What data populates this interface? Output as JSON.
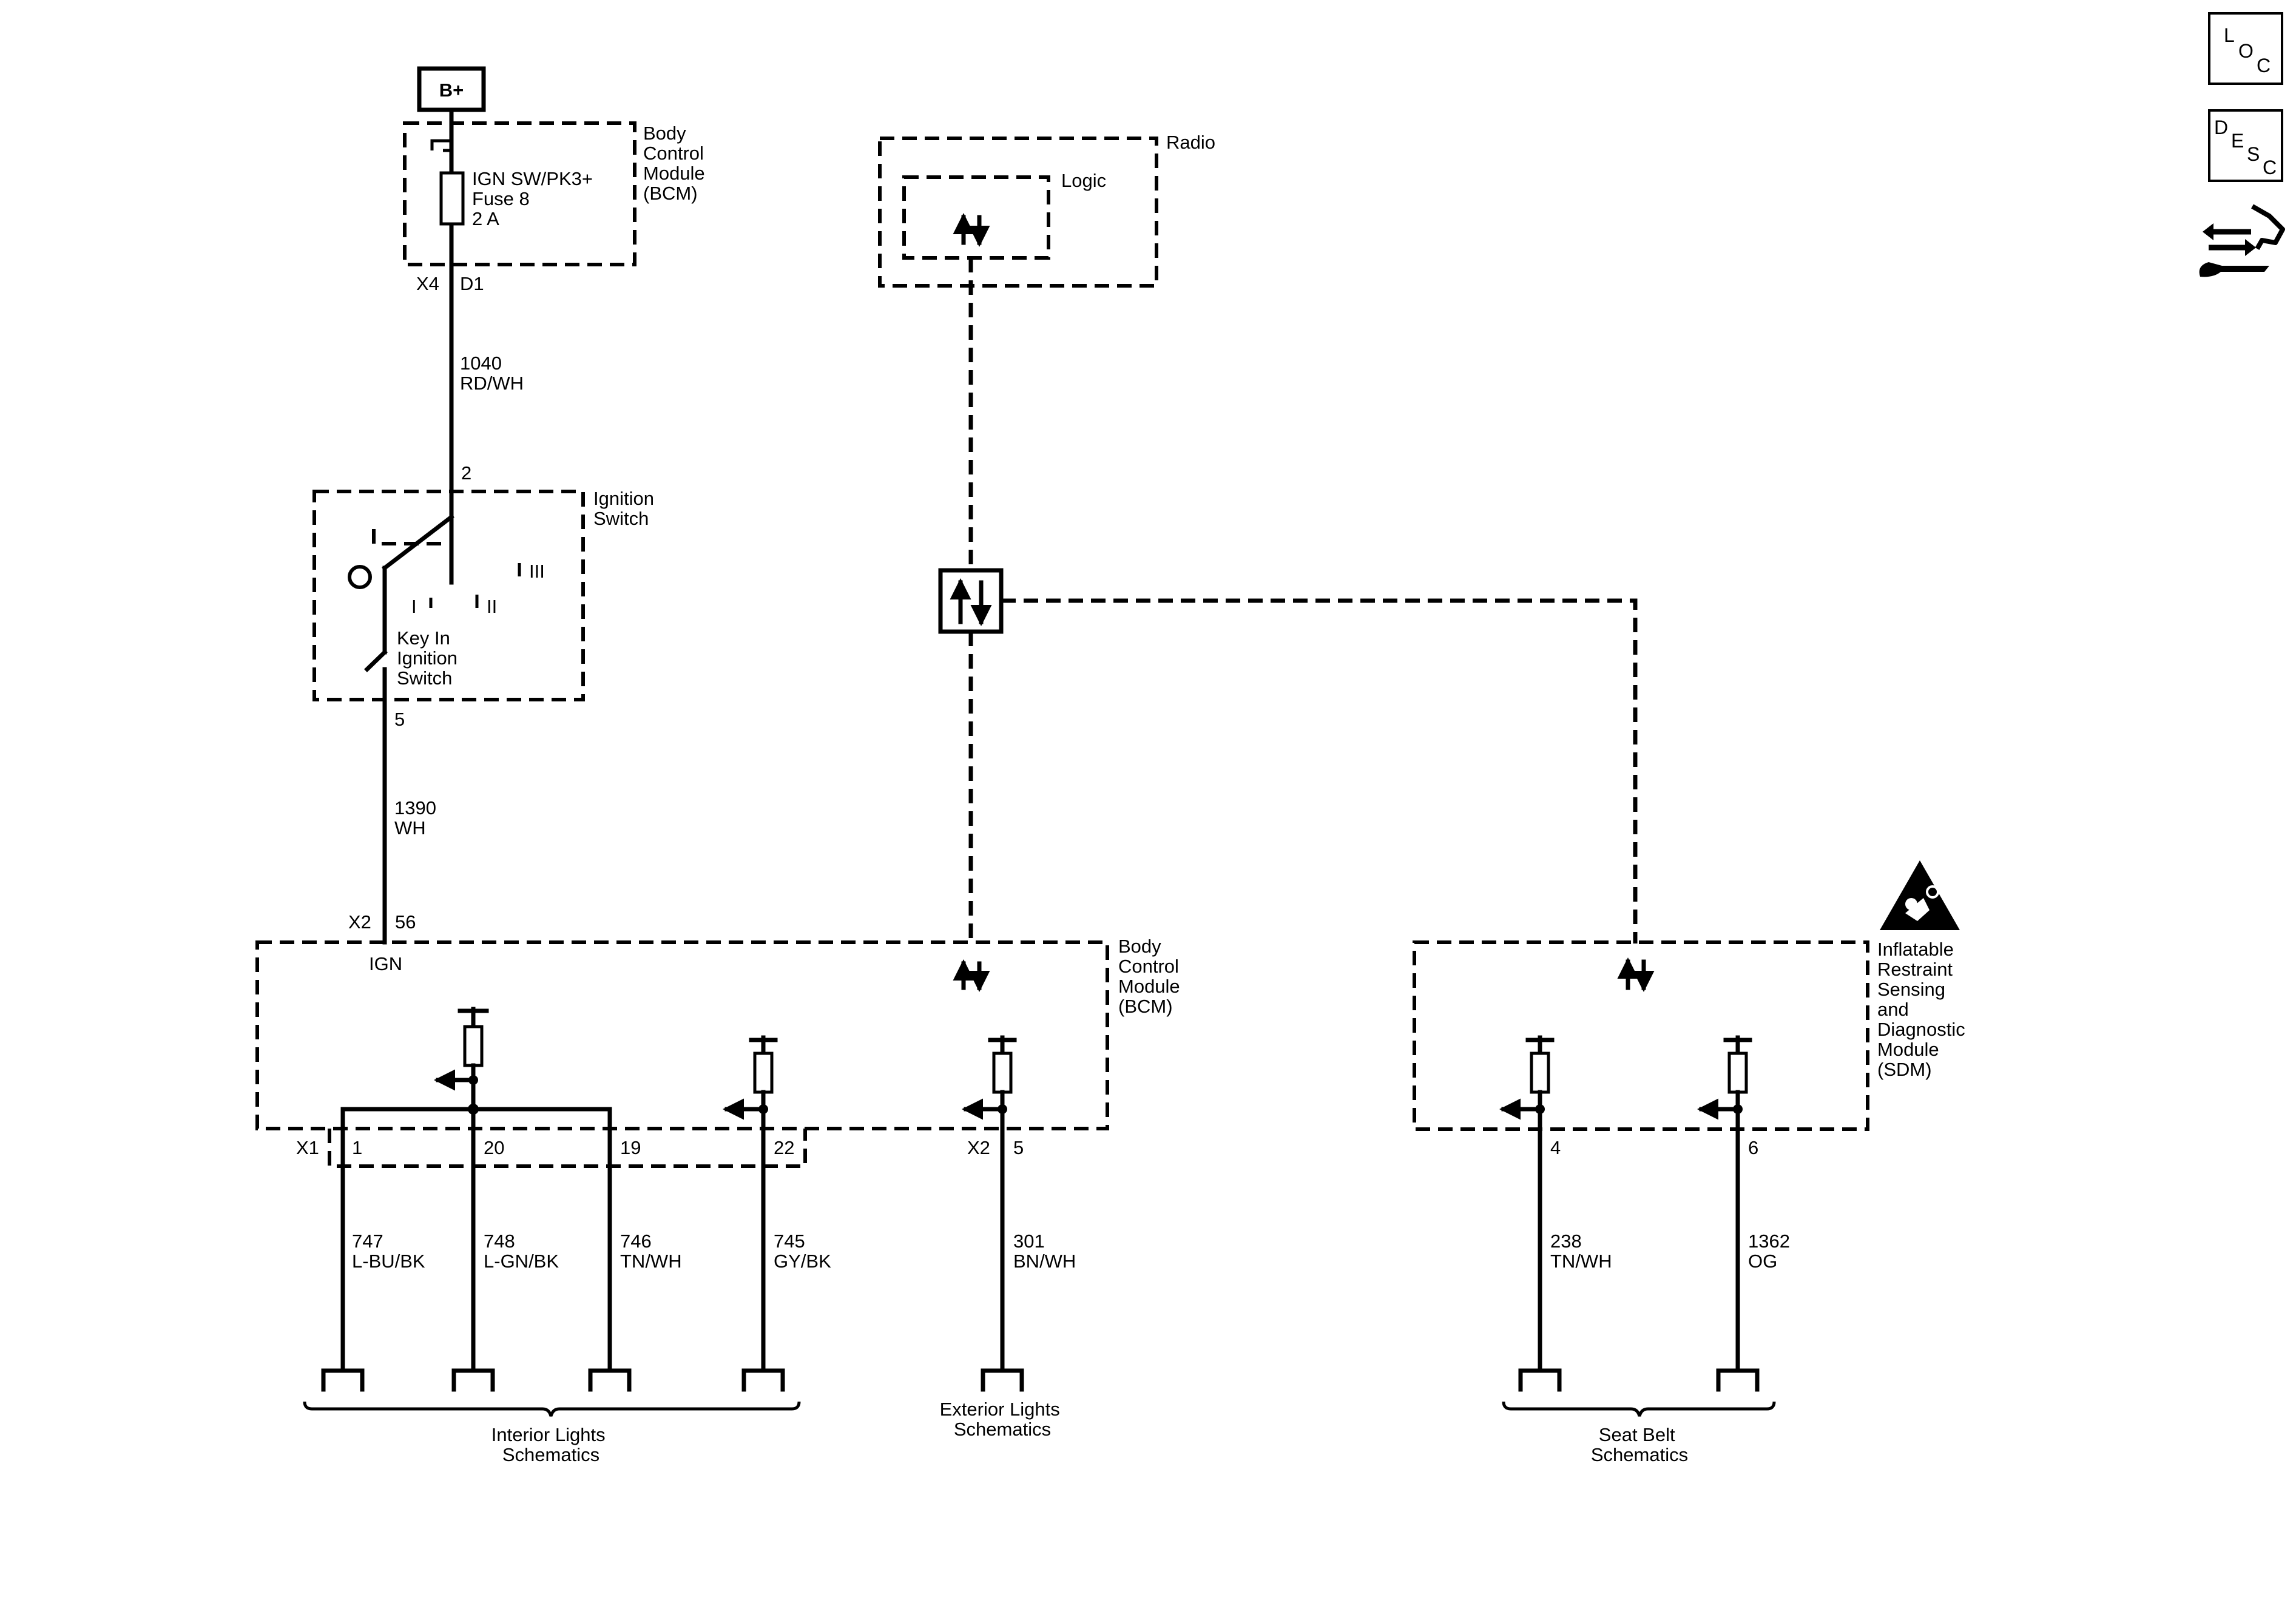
{
  "supply": {
    "label": "B+"
  },
  "bcm_top": {
    "title_lines": [
      "Body",
      "Control",
      "Module",
      "(BCM)"
    ],
    "fuse_lines": [
      "IGN SW/PK3+",
      "Fuse 8",
      "2 A"
    ],
    "connector": "X4",
    "pin": "D1"
  },
  "wire_1040": {
    "circuit": "1040",
    "color": "RD/WH"
  },
  "ignition_switch": {
    "title_lines": [
      "Ignition",
      "Switch"
    ],
    "top_pin": "2",
    "bottom_pin": "5",
    "pos_1": "I",
    "pos_2": "II",
    "pos_3": "III",
    "key_in_lines": [
      "Key In",
      "Ignition",
      "Switch"
    ]
  },
  "wire_1390": {
    "circuit": "1390",
    "color": "WH"
  },
  "radio": {
    "title": "Radio",
    "logic_label": "Logic"
  },
  "bcm_main": {
    "title_lines": [
      "Body",
      "Control",
      "Module",
      "(BCM)"
    ],
    "ign_connector": "X2",
    "ign_pin": "56",
    "ign_label": "IGN",
    "x1_label": "X1",
    "x1_pins": [
      "1",
      "20",
      "19",
      "22"
    ],
    "x2_label": "X2",
    "x2_pin": "5"
  },
  "output_wires": [
    {
      "circuit": "747",
      "color": "L-BU/BK"
    },
    {
      "circuit": "748",
      "color": "L-GN/BK"
    },
    {
      "circuit": "746",
      "color": "TN/WH"
    },
    {
      "circuit": "745",
      "color": "GY/BK"
    },
    {
      "circuit": "301",
      "color": "BN/WH"
    },
    {
      "circuit": "238",
      "color": "TN/WH"
    },
    {
      "circuit": "1362",
      "color": "OG"
    }
  ],
  "sdm": {
    "title_lines": [
      "Inflatable",
      "Restraint",
      "Sensing",
      "and",
      "Diagnostic",
      "Module",
      "(SDM)"
    ],
    "pins": [
      "4",
      "6"
    ]
  },
  "destinations": {
    "interior": [
      "Interior Lights",
      "Schematics"
    ],
    "exterior": [
      "Exterior Lights",
      "Schematics"
    ],
    "seatbelt": [
      "Seat Belt",
      "Schematics"
    ]
  },
  "side_buttons": {
    "loc": [
      "L",
      "O",
      "C"
    ],
    "desc": [
      "D",
      "E",
      "S",
      "C"
    ],
    "icons": [
      "connector-icon",
      "wrench-icon"
    ]
  }
}
